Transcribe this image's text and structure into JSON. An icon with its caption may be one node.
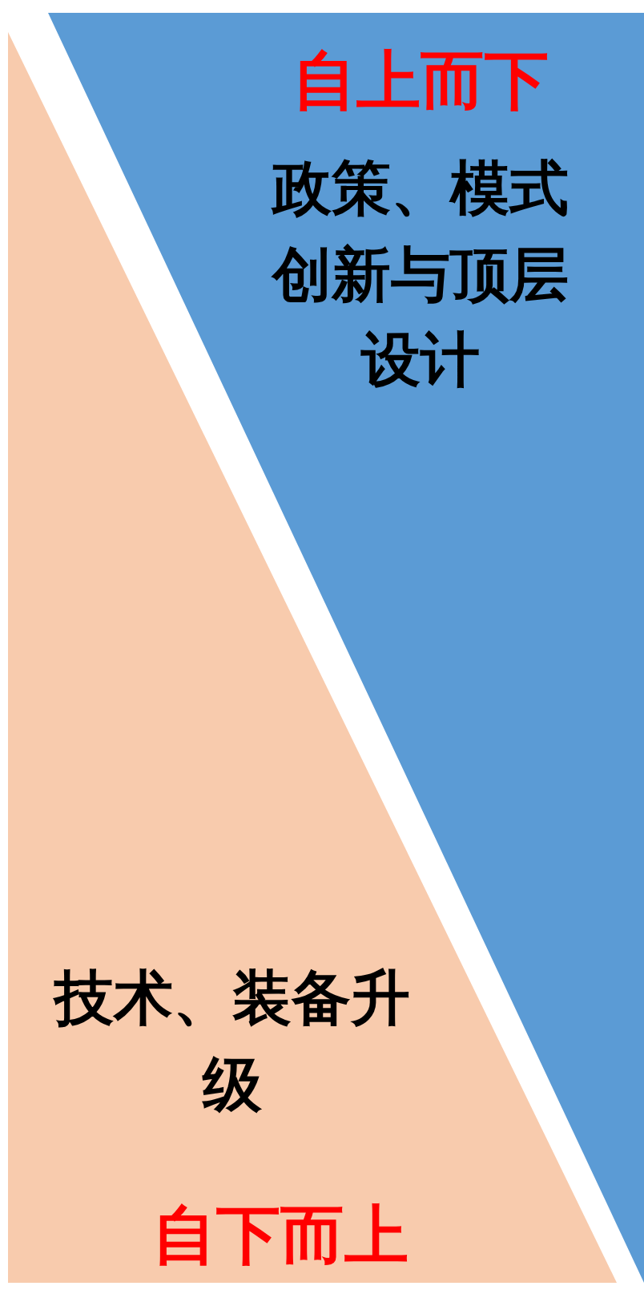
{
  "diagram": {
    "nodes": [
      {
        "text": [
          "自上而下",
          "政策、模式创新与顶层设计"
        ]
      },
      {
        "text": [
          "技术、装备升级",
          "自下而上"
        ]
      }
    ]
  }
}
